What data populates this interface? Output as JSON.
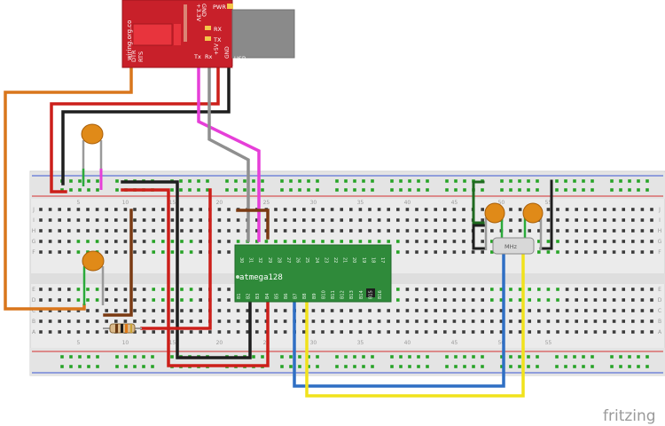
{
  "usb_adapter": {
    "brand": "wiring.org.co",
    "pin_labels_left": [
      "DTR",
      "RTS"
    ],
    "pin_labels_top": [
      "+3.3V",
      "GND"
    ],
    "led_labels": [
      "PWR",
      "RX",
      "TX"
    ],
    "pin_labels_bottom": [
      "Tx",
      "Rx",
      "+5V",
      "GND"
    ],
    "title_line1": "USB",
    "title_line2": "Adapter"
  },
  "chip": {
    "name": "atmega128",
    "top_pins": [
      "30",
      "31",
      "32",
      "29",
      "28",
      "27",
      "26",
      "25",
      "24",
      "23",
      "22",
      "21",
      "20",
      "19",
      "18",
      "17"
    ],
    "bottom_pins": [
      "B1",
      "B2",
      "B3",
      "B4",
      "B5",
      "B6",
      "B7",
      "B8",
      "B9",
      "B10",
      "B11",
      "B12",
      "B13",
      "B14",
      "B15",
      "B16"
    ]
  },
  "crystal": {
    "label": "MHz"
  },
  "breadboard": {
    "col_numbers": [
      "5",
      "10",
      "15",
      "20",
      "25",
      "30",
      "35",
      "40",
      "45",
      "50",
      "55"
    ],
    "row_letters_top": [
      "J",
      "I",
      "H",
      "G",
      "F"
    ],
    "row_letters_bottom": [
      "E",
      "D",
      "C",
      "B",
      "A"
    ]
  },
  "colors": {
    "wire_orange": "#d9761c",
    "wire_red": "#cc1f1a",
    "wire_black": "#1e1e1e",
    "wire_magenta": "#e63fd8",
    "wire_gray": "#8f8f8f",
    "wire_brown": "#7a3a12",
    "wire_blue": "#2f6fc4",
    "wire_yellow": "#f1e21c",
    "wire_dkgreen": "#1f6a1f",
    "board": "#ececec",
    "rail_red": "#d43030",
    "rail_blue": "#3a56d4",
    "hole_green": "#27a327",
    "chip_green": "#2f8a3a",
    "adapter_red": "#c8202a",
    "capacitor": "#e08a18"
  },
  "watermark": "fritzing"
}
